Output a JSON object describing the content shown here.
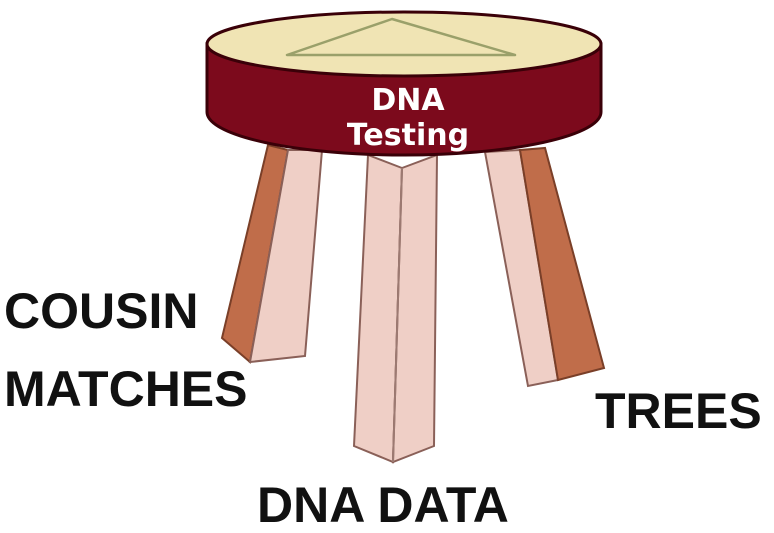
{
  "diagram": {
    "seat": {
      "line1": "DNA",
      "line2": "Testing"
    },
    "legs": [
      {
        "id": "cousin-matches",
        "line1": "COUSIN",
        "line2": "MATCHES"
      },
      {
        "id": "dna-data",
        "line1": "DNA DATA"
      },
      {
        "id": "trees",
        "line1": "TREES"
      }
    ],
    "colors": {
      "seat_band": "#7c0a1c",
      "seat_top": "#f0e4b4",
      "leg_light": "#efcfc6",
      "leg_dark": "#c06d4a",
      "label": "#111111"
    }
  }
}
